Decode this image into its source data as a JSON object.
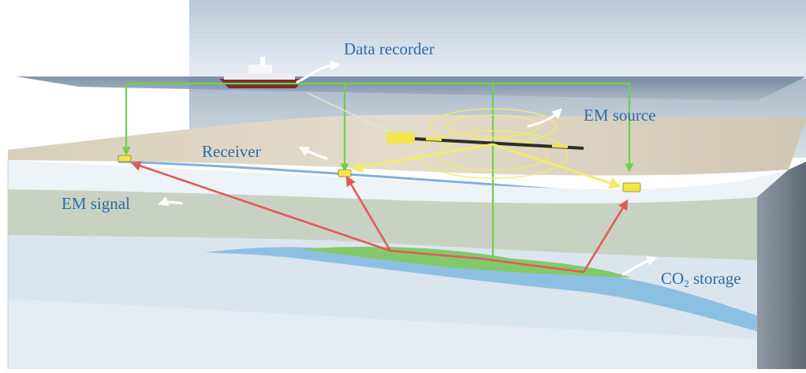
{
  "labels": {
    "data_recorder": "Data recorder",
    "em_source": "EM source",
    "receiver": "Receiver",
    "em_signal": "EM signal",
    "co2_prefix": "CO",
    "co2_subscript": "2",
    "co2_suffix": " storage"
  },
  "colors": {
    "label_text": "#2c6aa8",
    "sky": "#c9d6e3",
    "sea_surface": "#7f93a8",
    "seabed": "#dcd3c0",
    "sediment_light": "#eaf1f6",
    "sediment_green": "#c7d0c0",
    "sediment_pale": "#d8e3ec",
    "aquifer": "#8cc0e2",
    "co2_plume": "#83c96b",
    "cable_green": "#6fcf4f",
    "em_field_yellow": "#f2ec6a",
    "signal_red": "#e05a5a",
    "arrow_white": "#ffffff"
  },
  "icons": [
    "survey-vessel-icon",
    "em-source-sled-icon",
    "receiver-node-icon"
  ]
}
